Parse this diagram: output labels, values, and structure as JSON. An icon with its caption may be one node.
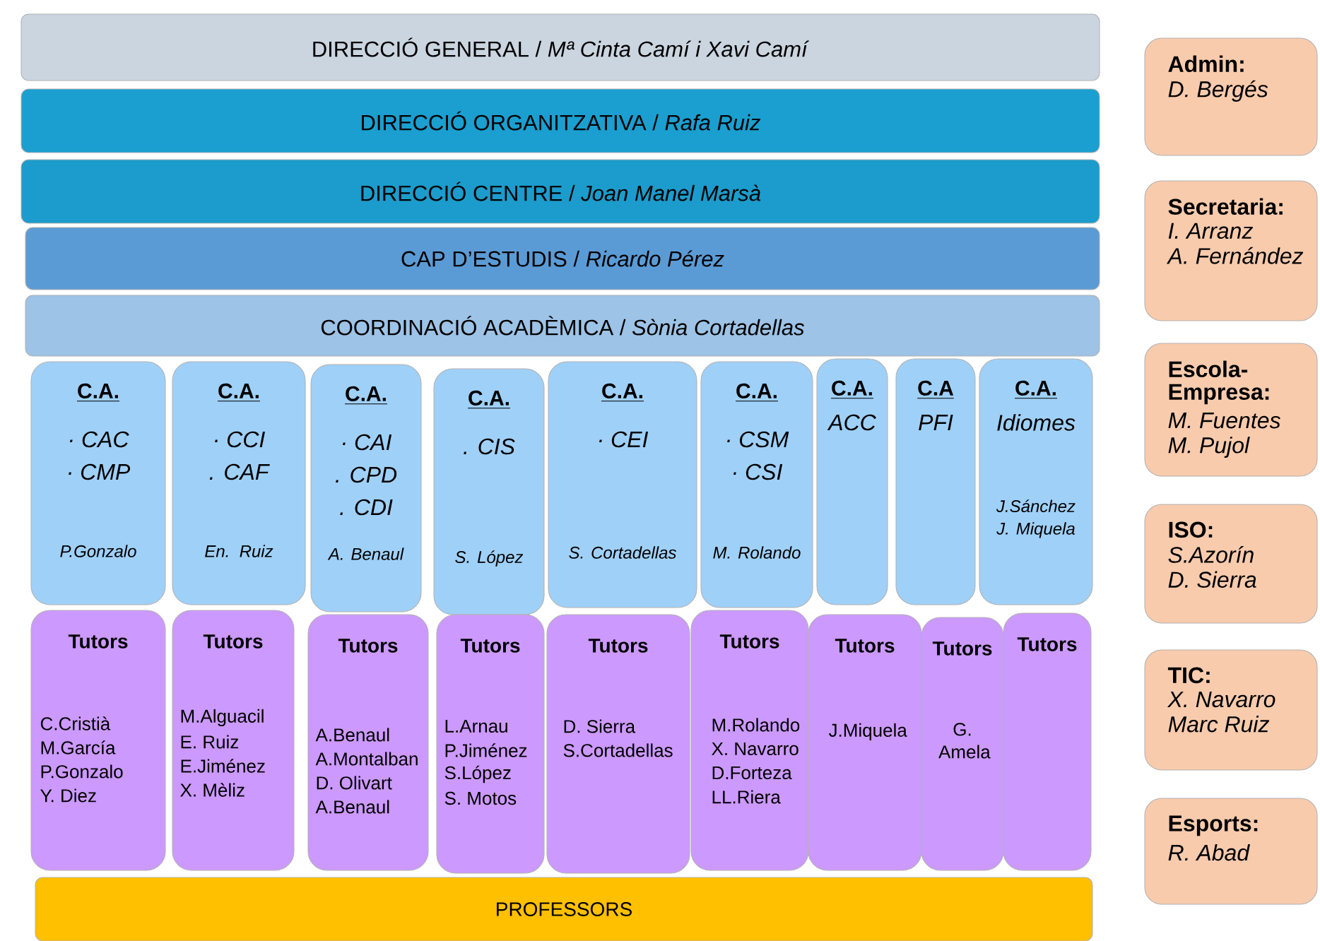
{
  "diagram": {
    "nodes": [
      {
        "text": [
          "DIRECCIÓ GENERAL  / *Mª Cinta Camí i Xavi Camí*"
        ]
      },
      {
        "text": [
          "DIRECCIÓ ORGANITZATIVA / *Rafa Ruiz*"
        ]
      },
      {
        "text": [
          "DIRECCIÓ CENTRE  / *Joan Manel Marsà*"
        ]
      },
      {
        "text": [
          "CAP D’ESTUDIS  / *Ricardo Pérez*"
        ]
      },
      {
        "text": [
          "COORDINACIÓ ACADÈMICA  / *Sònia Cortadellas*"
        ]
      },
      {
        "text": [
          "C.A.",
          "· CAC",
          "· CMP",
          "P.Gonzalo"
        ]
      },
      {
        "text": [
          "C.A.",
          "· CCI",
          ". CAF",
          "En. Ruiz"
        ]
      },
      {
        "text": [
          "C.A.",
          "· CAI",
          ". CPD",
          ". CDI",
          "A. Benaul"
        ]
      },
      {
        "text": [
          "C.A.",
          ". CIS",
          "S. López"
        ]
      },
      {
        "text": [
          "C.A.",
          "· CEI",
          "S. Cortadellas"
        ]
      },
      {
        "text": [
          "C.A.",
          "· CSM",
          "· CSI",
          "M. Rolando"
        ]
      },
      {
        "text": [
          "C.A.",
          "ACC"
        ]
      },
      {
        "text": [
          "C.A",
          "PFI"
        ]
      },
      {
        "text": [
          "C.A.",
          "Idiomes",
          "J.Sánchez",
          "J. Miquela"
        ]
      },
      {
        "text": [
          "Tutors",
          "C.Cristià",
          "M.García",
          "P.Gonzalo",
          "Y. Diez"
        ]
      },
      {
        "text": [
          "Tutors",
          "M.Alguacil",
          "E. Ruiz",
          "E.Jiménez",
          "X. Mèliz"
        ]
      },
      {
        "text": [
          "Tutors",
          "A.Benaul",
          "A.Montalban",
          "D. Olivart",
          "A.Benaul"
        ]
      },
      {
        "text": [
          "Tutors",
          "L.Arnau",
          "P.Jiménez",
          "S.López",
          "S. Motos"
        ]
      },
      {
        "text": [
          "Tutors",
          "D. Sierra",
          "S.Cortadellas"
        ]
      },
      {
        "text": [
          "Tutors",
          "M.Rolando",
          "X. Navarro",
          "D.Forteza",
          "LL.Riera"
        ]
      },
      {
        "text": [
          "Tutors",
          "J.Miquela"
        ]
      },
      {
        "text": [
          "Tutors",
          "G. Amela"
        ]
      },
      {
        "text": [
          "Tutors"
        ]
      },
      {
        "text": [
          "PROFESSORS"
        ]
      },
      {
        "text": [
          "Admin:",
          "D. Bergés"
        ]
      },
      {
        "text": [
          "Secretaria:",
          "I. Arranz",
          "A. Fernández"
        ]
      },
      {
        "text": [
          "Escola-Empresa:",
          "M. Fuentes",
          "M. Pujol"
        ]
      },
      {
        "text": [
          "ISO:",
          "S.Azorín",
          "D. Sierra"
        ]
      },
      {
        "text": [
          "TIC:",
          "X. Navarro",
          "Marc Ruiz"
        ]
      },
      {
        "text": [
          "Esports:",
          "R. Abad"
        ]
      }
    ]
  }
}
